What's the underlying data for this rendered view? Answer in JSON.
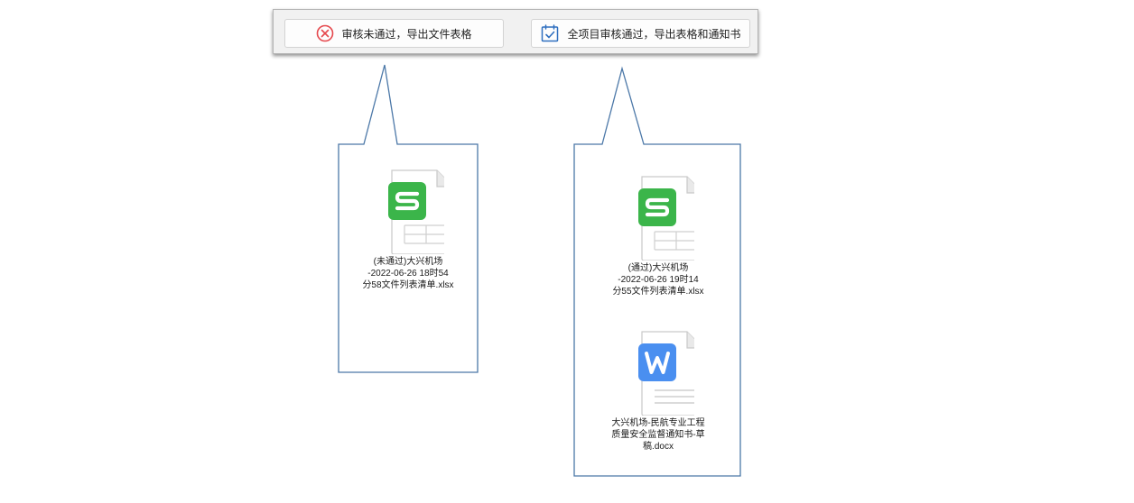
{
  "toolbar": {
    "reject_button": {
      "label": "审核未通过，导出文件表格",
      "icon": "cancel-circle-icon",
      "icon_color": "#e5484d"
    },
    "approve_button": {
      "label": "全项目审核通过，导出表格和通知书",
      "icon": "calendar-check-icon",
      "icon_color": "#2f6fbf"
    }
  },
  "callout_color": "#4c78a8",
  "panels": {
    "rejected": {
      "files": [
        {
          "type": "spreadsheet",
          "icon": "wps-spreadsheet-icon",
          "badge_color": "#3bb54a",
          "name": "(未通过)大兴机场\n-2022-06-26 18时54\n分58文件列表清单.xlsx"
        }
      ]
    },
    "approved": {
      "files": [
        {
          "type": "spreadsheet",
          "icon": "wps-spreadsheet-icon",
          "badge_color": "#3bb54a",
          "name": "(通过)大兴机场\n-2022-06-26 19时14\n分55文件列表清单.xlsx"
        },
        {
          "type": "document",
          "icon": "wps-writer-icon",
          "badge_color": "#4a8ff0",
          "name": "大兴机场-民航专业工程\n质量安全监督通知书-草\n稿.docx"
        }
      ]
    }
  }
}
